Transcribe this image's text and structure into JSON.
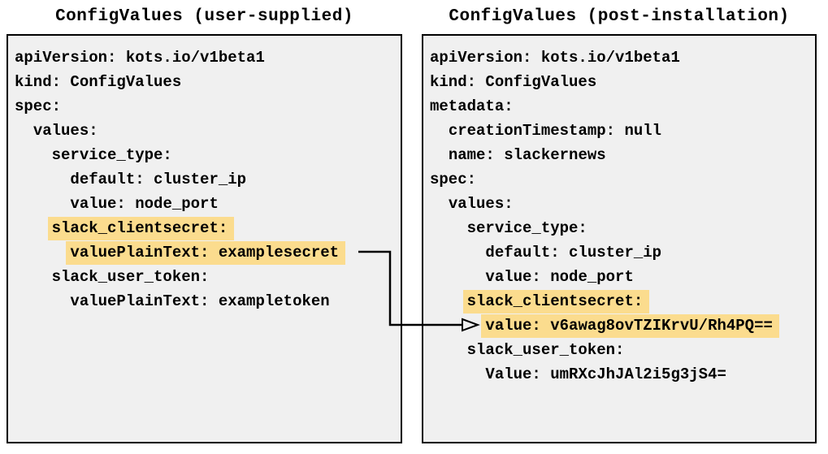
{
  "left": {
    "title": "ConfigValues (user-supplied)",
    "lines": [
      {
        "indent": "",
        "text": "apiVersion: kots.io/v1beta1",
        "highlight": false
      },
      {
        "indent": "",
        "text": "kind: ConfigValues",
        "highlight": false
      },
      {
        "indent": "",
        "text": "spec:",
        "highlight": false
      },
      {
        "indent": "  ",
        "text": "values:",
        "highlight": false
      },
      {
        "indent": "    ",
        "text": "service_type:",
        "highlight": false
      },
      {
        "indent": "      ",
        "text": "default: cluster_ip",
        "highlight": false
      },
      {
        "indent": "      ",
        "text": "value: node_port",
        "highlight": false
      },
      {
        "indent": "    ",
        "text": "slack_clientsecret:",
        "highlight": true
      },
      {
        "indent": "      ",
        "text": "valuePlainText: examplesecret",
        "highlight": true
      },
      {
        "indent": "    ",
        "text": "slack_user_token:",
        "highlight": false
      },
      {
        "indent": "      ",
        "text": "valuePlainText: exampletoken",
        "highlight": false
      }
    ]
  },
  "right": {
    "title": "ConfigValues (post-installation)",
    "lines": [
      {
        "indent": "",
        "text": "apiVersion: kots.io/v1beta1",
        "highlight": false
      },
      {
        "indent": "",
        "text": "kind: ConfigValues",
        "highlight": false
      },
      {
        "indent": "",
        "text": "metadata:",
        "highlight": false
      },
      {
        "indent": "  ",
        "text": "creationTimestamp: null",
        "highlight": false
      },
      {
        "indent": "  ",
        "text": "name: slackernews",
        "highlight": false
      },
      {
        "indent": "",
        "text": "spec:",
        "highlight": false
      },
      {
        "indent": "  ",
        "text": "values:",
        "highlight": false
      },
      {
        "indent": "    ",
        "text": "service_type:",
        "highlight": false
      },
      {
        "indent": "      ",
        "text": "default: cluster_ip",
        "highlight": false
      },
      {
        "indent": "      ",
        "text": "value: node_port",
        "highlight": false
      },
      {
        "indent": "    ",
        "text": "slack_clientsecret:",
        "highlight": true
      },
      {
        "indent": "      ",
        "text": "value: v6awag8ovTZIKrvU/Rh4PQ==",
        "highlight": true
      },
      {
        "indent": "    ",
        "text": "slack_user_token:",
        "highlight": false
      },
      {
        "indent": "      ",
        "text": "Value: umRXcJhJAl2i5g3jS4=",
        "highlight": false
      }
    ]
  },
  "arrow": {
    "from_text": "valuePlainText: examplesecret",
    "to_text": "value: v6awag8ovTZIKrvU/Rh4PQ=="
  },
  "colors": {
    "highlight": "#FBDC8E",
    "panel_background": "#F0F0F0",
    "panel_border": "#000000",
    "text": "#000000"
  }
}
